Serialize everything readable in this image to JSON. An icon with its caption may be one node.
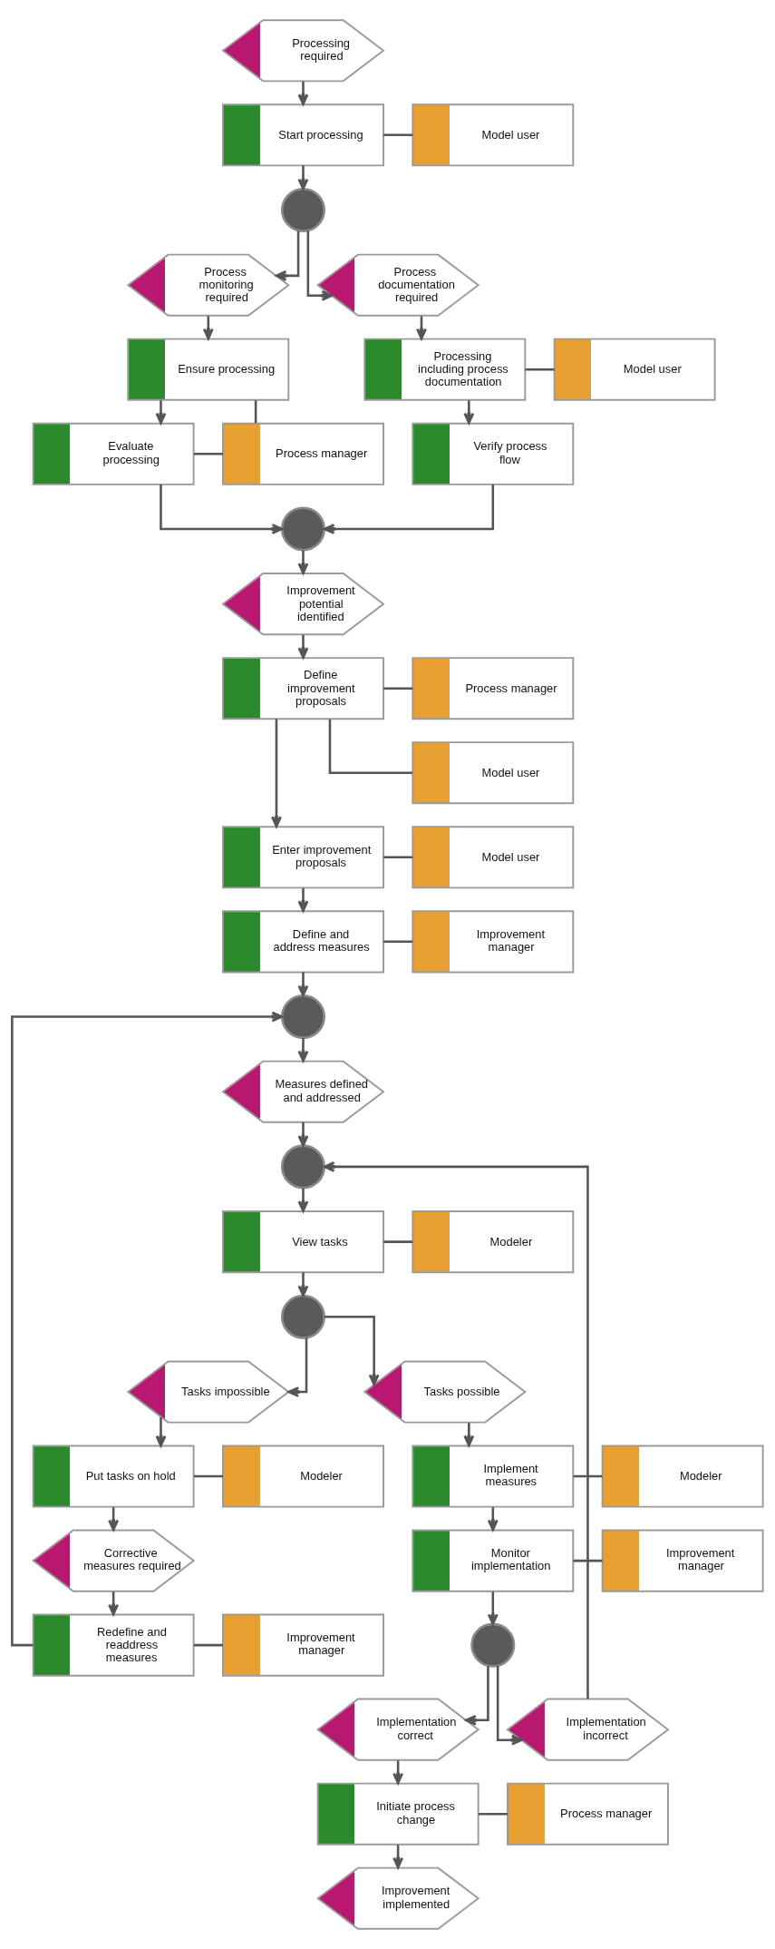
{
  "diagram": {
    "nodes": [
      {
        "text": [
          "Processing required"
        ]
      },
      {
        "text": [
          "Start processing"
        ]
      },
      {
        "text": [
          "Model user"
        ]
      },
      {
        "text": [],
        "shape": "circle"
      },
      {
        "text": [
          "Process monitoring required"
        ]
      },
      {
        "text": [
          "Process documentation required"
        ]
      },
      {
        "text": [
          "Ensure processing"
        ]
      },
      {
        "text": [
          "Evaluate processing"
        ]
      },
      {
        "text": [
          "Process manager"
        ]
      },
      {
        "text": [
          "Processing including process documentation"
        ]
      },
      {
        "text": [
          "Model user"
        ]
      },
      {
        "text": [
          "Verify process flow"
        ]
      },
      {
        "text": [],
        "shape": "circle"
      },
      {
        "text": [
          "Improvement potential identified"
        ]
      },
      {
        "text": [
          "Define improvement proposals"
        ]
      },
      {
        "text": [
          "Process manager"
        ]
      },
      {
        "text": [
          "Model user"
        ]
      },
      {
        "text": [
          "Enter improvement proposals"
        ]
      },
      {
        "text": [
          "Model user"
        ]
      },
      {
        "text": [
          "Define and address measures"
        ]
      },
      {
        "text": [
          "Improvement manager"
        ]
      },
      {
        "text": [],
        "shape": "circle"
      },
      {
        "text": [
          "Measures defined and addressed"
        ]
      },
      {
        "text": [],
        "shape": "circle"
      },
      {
        "text": [
          "View tasks"
        ]
      },
      {
        "text": [
          "Modeler"
        ]
      },
      {
        "text": [],
        "shape": "circle"
      },
      {
        "text": [
          "Tasks impossible"
        ]
      },
      {
        "text": [
          "Tasks possible"
        ]
      },
      {
        "text": [
          "Put tasks on hold"
        ]
      },
      {
        "text": [
          "Modeler"
        ]
      },
      {
        "text": [
          "Implement measures"
        ]
      },
      {
        "text": [
          "Modeler"
        ]
      },
      {
        "text": [
          "Corrective measures required"
        ]
      },
      {
        "text": [
          "Monitor implementation"
        ]
      },
      {
        "text": [
          "Improvement manager"
        ]
      },
      {
        "text": [
          "Redefine and readdress measures"
        ]
      },
      {
        "text": [
          "Improvement manager"
        ]
      },
      {
        "text": [],
        "shape": "circle"
      },
      {
        "text": [
          "Implementation correct"
        ]
      },
      {
        "text": [
          "Implementation incorrect"
        ]
      },
      {
        "text": [
          "Initiate process change"
        ]
      },
      {
        "text": [
          "Process manager"
        ]
      },
      {
        "text": [
          "Improvement implemented"
        ]
      }
    ],
    "edges": [
      {
        "from": 0,
        "to": 1,
        "arrow": "to"
      },
      {
        "from": 1,
        "to": 2,
        "arrow": "none"
      },
      {
        "from": 1,
        "to": 3,
        "arrow": "to"
      },
      {
        "from": 3,
        "to": 4,
        "arrow": "to"
      },
      {
        "from": 3,
        "to": 5,
        "arrow": "to"
      },
      {
        "from": 4,
        "to": 6,
        "arrow": "to"
      },
      {
        "from": 6,
        "to": 7,
        "arrow": "to"
      },
      {
        "from": 6,
        "to": 8,
        "arrow": "none"
      },
      {
        "from": 7,
        "to": 8,
        "arrow": "none"
      },
      {
        "from": 5,
        "to": 9,
        "arrow": "to"
      },
      {
        "from": 9,
        "to": 10,
        "arrow": "none"
      },
      {
        "from": 9,
        "to": 11,
        "arrow": "to"
      },
      {
        "from": 7,
        "to": 12,
        "arrow": "to"
      },
      {
        "from": 11,
        "to": 12,
        "arrow": "to"
      },
      {
        "from": 12,
        "to": 13,
        "arrow": "to"
      },
      {
        "from": 13,
        "to": 14,
        "arrow": "to"
      },
      {
        "from": 14,
        "to": 15,
        "arrow": "none"
      },
      {
        "from": 14,
        "to": 16,
        "arrow": "none"
      },
      {
        "from": 14,
        "to": 17,
        "arrow": "to"
      },
      {
        "from": 17,
        "to": 18,
        "arrow": "none"
      },
      {
        "from": 17,
        "to": 19,
        "arrow": "to"
      },
      {
        "from": 19,
        "to": 20,
        "arrow": "none"
      },
      {
        "from": 19,
        "to": 21,
        "arrow": "to"
      },
      {
        "from": 36,
        "to": 21,
        "arrow": "to"
      },
      {
        "from": 21,
        "to": 22,
        "arrow": "to"
      },
      {
        "from": 22,
        "to": 23,
        "arrow": "to"
      },
      {
        "from": 40,
        "to": 23,
        "arrow": "to"
      },
      {
        "from": 23,
        "to": 24,
        "arrow": "to"
      },
      {
        "from": 24,
        "to": 25,
        "arrow": "none"
      },
      {
        "from": 24,
        "to": 26,
        "arrow": "to"
      },
      {
        "from": 26,
        "to": 27,
        "arrow": "to"
      },
      {
        "from": 26,
        "to": 28,
        "arrow": "to"
      },
      {
        "from": 27,
        "to": 29,
        "arrow": "to"
      },
      {
        "from": 29,
        "to": 30,
        "arrow": "none"
      },
      {
        "from": 29,
        "to": 33,
        "arrow": "to"
      },
      {
        "from": 33,
        "to": 36,
        "arrow": "to"
      },
      {
        "from": 36,
        "to": 37,
        "arrow": "none"
      },
      {
        "from": 28,
        "to": 31,
        "arrow": "to"
      },
      {
        "from": 31,
        "to": 32,
        "arrow": "none"
      },
      {
        "from": 31,
        "to": 34,
        "arrow": "to"
      },
      {
        "from": 34,
        "to": 35,
        "arrow": "none"
      },
      {
        "from": 34,
        "to": 38,
        "arrow": "to"
      },
      {
        "from": 38,
        "to": 39,
        "arrow": "to"
      },
      {
        "from": 38,
        "to": 40,
        "arrow": "to"
      },
      {
        "from": 39,
        "to": 41,
        "arrow": "to"
      },
      {
        "from": 41,
        "to": 42,
        "arrow": "none"
      },
      {
        "from": 41,
        "to": 43,
        "arrow": "to"
      }
    ]
  }
}
